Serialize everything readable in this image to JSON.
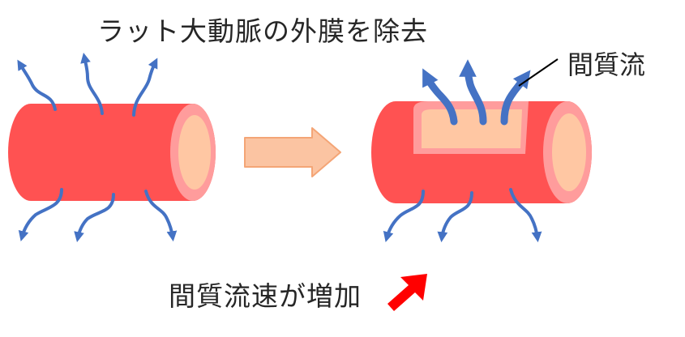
{
  "title": "ラット大動脈の外膜を除去",
  "label_interstitial_flow": "間質流",
  "result_text": "間質流速が増加",
  "icons": {
    "process_arrow": "right-arrow-icon",
    "increase_arrow": "up-right-arrow-icon",
    "flow_arrow": "curved-arrow-icon"
  },
  "colors": {
    "vessel_red": "#ff5252",
    "vessel_dark": "#e84545",
    "vessel_rim": "#ff9c9c",
    "lumen": "#ffc7a3",
    "flow_blue": "#4472c4",
    "process_arrow_fill": "#fbc4a2",
    "process_arrow_stroke": "#f4a576",
    "increase_arrow": "#ff0000",
    "text": "#262626"
  }
}
